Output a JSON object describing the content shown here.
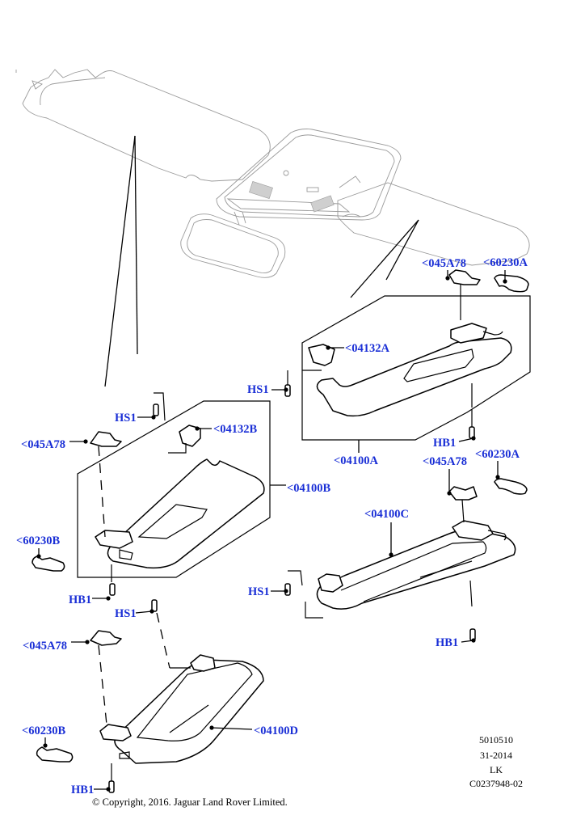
{
  "diagram": {
    "title": "Sun visor assembly exploded parts diagram",
    "callouts": [
      {
        "id": "045A78-top-right",
        "label": "<045A78"
      },
      {
        "id": "60230A-top-right",
        "label": "<60230A"
      },
      {
        "id": "04132A",
        "label": "<04132A"
      },
      {
        "id": "HS1-right-upper",
        "label": "HS1"
      },
      {
        "id": "HB1-right-upper",
        "label": "HB1"
      },
      {
        "id": "04100A",
        "label": "<04100A"
      },
      {
        "id": "045A78-right-mid",
        "label": "<045A78"
      },
      {
        "id": "60230A-right-mid",
        "label": "<60230A"
      },
      {
        "id": "04100C",
        "label": "<04100C"
      },
      {
        "id": "HS1-right-lower",
        "label": "HS1"
      },
      {
        "id": "HB1-right-lower",
        "label": "HB1"
      },
      {
        "id": "HS1-left-upper",
        "label": "HS1"
      },
      {
        "id": "04132B",
        "label": "<04132B"
      },
      {
        "id": "045A78-left-upper",
        "label": "<045A78"
      },
      {
        "id": "04100B",
        "label": "<04100B"
      },
      {
        "id": "60230B-left-upper",
        "label": "<60230B"
      },
      {
        "id": "HB1-left-upper",
        "label": "HB1"
      },
      {
        "id": "HS1-left-lower",
        "label": "HS1"
      },
      {
        "id": "045A78-left-lower",
        "label": "<045A78"
      },
      {
        "id": "60230B-left-lower",
        "label": "<60230B"
      },
      {
        "id": "04100D",
        "label": "<04100D"
      },
      {
        "id": "HB1-left-lower",
        "label": "HB1"
      }
    ],
    "reference": {
      "code": "5010510",
      "date": "31-2014",
      "initials": "LK",
      "drawing_number": "C0237948-02"
    },
    "copyright": "© Copyright, 2016. Jaguar Land Rover Limited."
  }
}
